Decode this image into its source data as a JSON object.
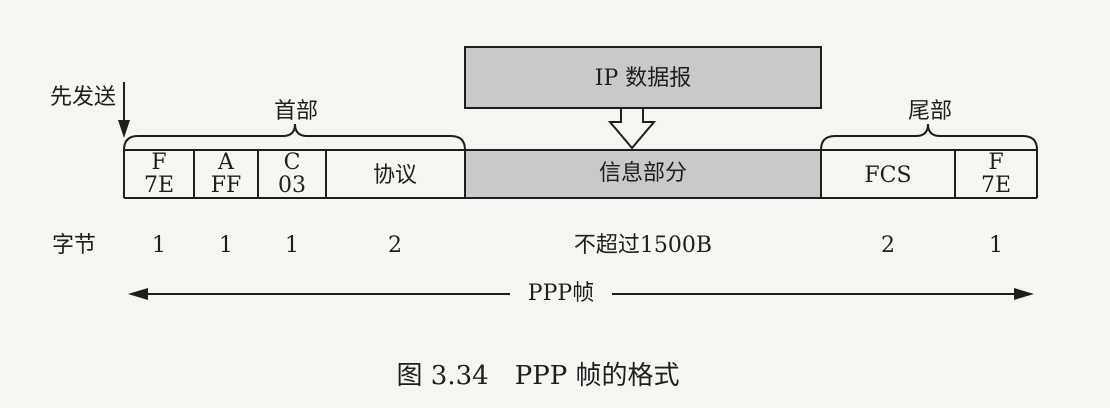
{
  "labels": {
    "send_first": "先发送",
    "header": "首部",
    "trailer": "尾部",
    "ip_datagram": "IP 数据报",
    "byte_row": "字节",
    "frame": "PPP帧"
  },
  "fields": [
    {
      "line1": "F",
      "line2": "7E",
      "bytes": "1"
    },
    {
      "line1": "A",
      "line2": "FF",
      "bytes": "1"
    },
    {
      "line1": "C",
      "line2": "03",
      "bytes": "1"
    },
    {
      "line1": "协议",
      "line2": "",
      "bytes": "2"
    },
    {
      "line1": "信息部分",
      "line2": "",
      "bytes": "不超过1500B"
    },
    {
      "line1": "FCS",
      "line2": "",
      "bytes": "2"
    },
    {
      "line1": "F",
      "line2": "7E",
      "bytes": "1"
    }
  ],
  "caption": "图 3.34　PPP 帧的格式",
  "colors": {
    "ink": "#1e1e1e",
    "gray_fill": "#c9c9c9",
    "background": "#f6f5f2"
  }
}
